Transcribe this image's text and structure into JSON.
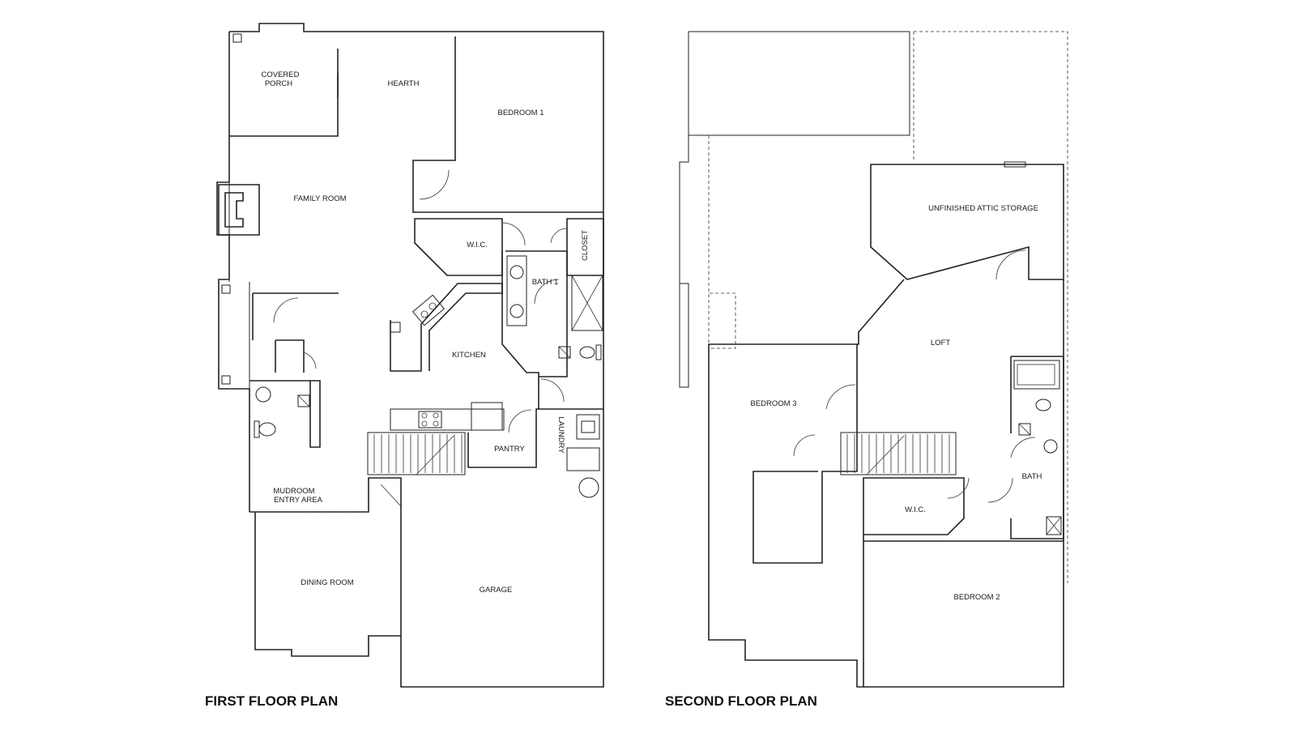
{
  "first_floor": {
    "title": "FIRST FLOOR PLAN",
    "rooms": {
      "covered_porch": [
        "COVERED",
        "PORCH"
      ],
      "hearth": "HEARTH",
      "bedroom_1": "BEDROOM 1",
      "family_room": "FAMILY ROOM",
      "wic": "W.I.C.",
      "closet": "CLOSET",
      "bath_1": "BATH 1",
      "kitchen": "KITCHEN",
      "laundry": "LAUNDRY",
      "pantry": "PANTRY",
      "mudroom": [
        "MUDROOM",
        "ENTRY AREA"
      ],
      "dining_room": "DINING ROOM",
      "garage": "GARAGE"
    }
  },
  "second_floor": {
    "title": "SECOND FLOOR PLAN",
    "rooms": {
      "attic": "UNFINISHED ATTIC STORAGE",
      "loft": "LOFT",
      "bedroom_3": "BEDROOM 3",
      "bath": "BATH",
      "wic": "W.I.C.",
      "bedroom_2": "BEDROOM 2"
    }
  }
}
